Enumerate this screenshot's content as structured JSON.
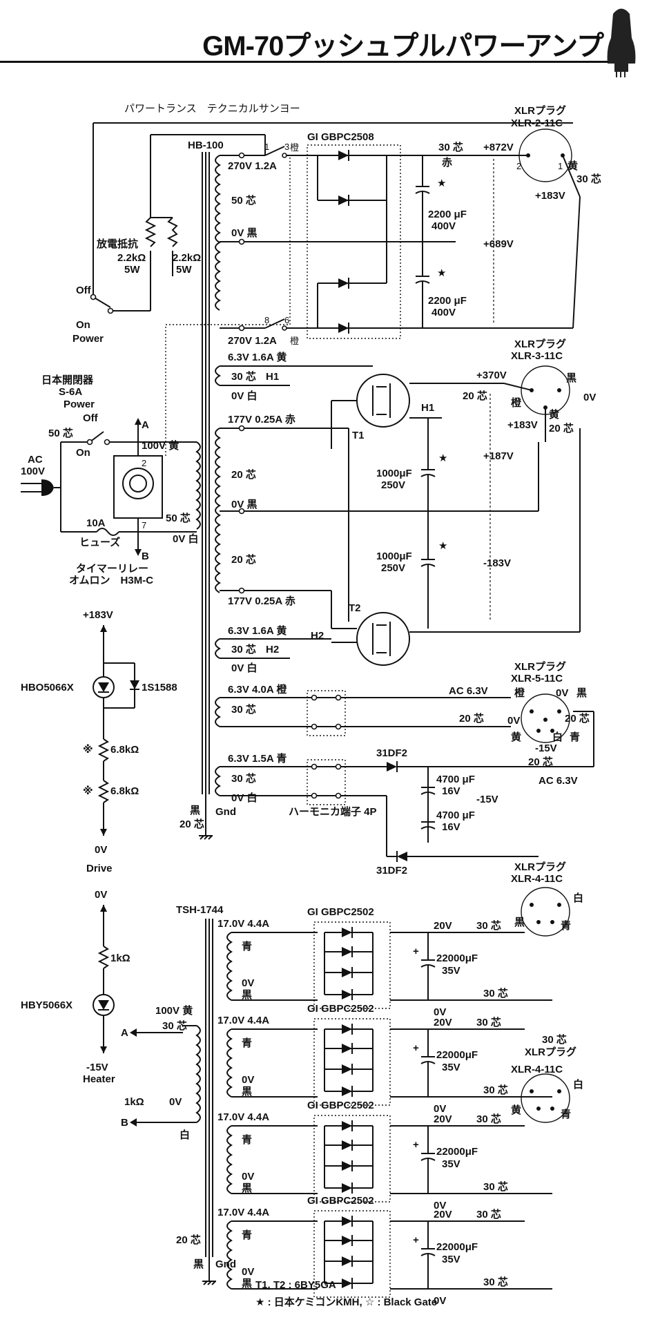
{
  "title": "GM-70プッシュプルパワーアンプ",
  "labels": {
    "power_trans": "パワートランス　テクニカルサンヨー",
    "hb100": "HB-100",
    "gbpc2508": "GI GBPC2508",
    "gbpc2502": "GI GBPC2502",
    "xlr_plug": "XLRプラグ",
    "xlr_2_11c": "XLR-2-11C",
    "xlr_3_11c": "XLR-3-11C",
    "xlr_5_11c": "XLR-5-11C",
    "xlr_4_11c": "XLR-4-11C",
    "v872": "+872V",
    "v183": "+183V",
    "v689": "+689V",
    "v370": "+370V",
    "v187": "+187V",
    "vm183": "-183V",
    "vm15": "-15V",
    "v0": "0V",
    "v20": "20V",
    "w270_1": "270V 1.2A",
    "w270_2": "270V 1.2A",
    "w63_16a_y": "6.3V 1.6A 黄",
    "w177_1": "177V 0.25A 赤",
    "w177_2": "177V 0.25A 赤",
    "w63_16a_y2": "6.3V 1.6A 黄",
    "w63_40a": "6.3V 4.0A 橙",
    "w63_15a": "6.3V 1.5A 青",
    "w17_44a": "17.0V 4.4A",
    "ct50": "50 芯",
    "ct30": "30 芯",
    "ct20": "20 芯",
    "zero_black": "0V 黒",
    "zero_white": "0V 白",
    "cap2200": "2200 μF",
    "v400": "400V",
    "cap1000": "1000μF",
    "v250": "250V",
    "cap4700": "4700 μF",
    "v16": "16V",
    "cap22000": "22000μF",
    "v35": "35V",
    "discharge": "放電抵抗",
    "r22k": "2.2kΩ",
    "w5": "5W",
    "sw_off": "Off",
    "sw_on": "On",
    "sw_power": "Power",
    "nippon_kaiheiki": "日本開閉器",
    "s6a": "S-6A",
    "ac100": "AC",
    "ac100v": "100V",
    "fuse10a": "10A",
    "fuse": "ヒューズ",
    "timer": "タイマーリレー",
    "omron": "オムロン　H3M-C",
    "yellow100": "100V 黄",
    "white0": "0V 白",
    "node_a": "A",
    "node_b": "B",
    "t1": "T1",
    "t2": "T2",
    "h1": "H1",
    "h2": "H2",
    "d31df2": "31DF2",
    "harmonica": "ハーモニカ端子 4P",
    "gnd": "Gnd",
    "black": "黒",
    "core20": "20 芯",
    "ac63": "AC 6.3V",
    "hbo5066x": "HBO5066X",
    "s1588": "1S1588",
    "r68k": "6.8kΩ",
    "drive": "Drive",
    "r1k": "1kΩ",
    "hby5066x": "HBY5066X",
    "heater": "Heater",
    "tsh1744": "TSH-1744",
    "blue": "青",
    "kuro": "黒",
    "shiro": "白",
    "orange": "橙",
    "yellow": "黄",
    "aka": "赤",
    "r1k_b": "1kΩ",
    "note1": "T1, T2 : 6BY5GA",
    "note2": "★ : 日本ケミコンKMH,  ☆ : Black Gate"
  }
}
